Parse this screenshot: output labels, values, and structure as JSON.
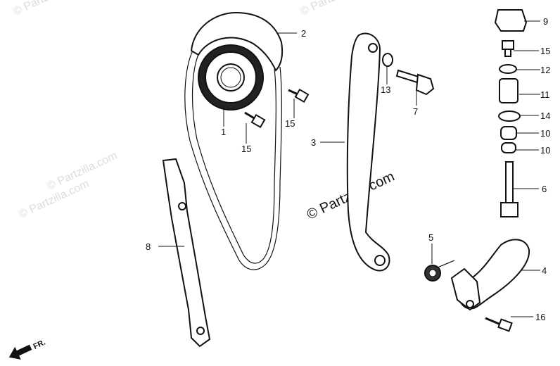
{
  "watermarks": {
    "main": "© Partzilla.com",
    "faint": [
      "© Partzilla.com",
      "© Partzilla.com",
      "© Partzilla.com",
      "© Partzilla.com"
    ]
  },
  "direction_arrow": "FR.",
  "callouts": {
    "sprocket": "1",
    "cam_chain": "2",
    "chain_guide": "3",
    "tensioner_arm": "4",
    "spring": "5",
    "tensioner_rod": "6",
    "pivot_bolt": "7",
    "tensioner_slipper": "8",
    "cap": "9",
    "collar_upper": "10",
    "collar_lower": "10",
    "sealing_bolt": "11",
    "washer_12": "12",
    "washer_13": "13",
    "o_ring": "14",
    "bolt_15_top": "15",
    "bolt_15_left": "15",
    "bolt_15_right": "15",
    "bolt_16": "16"
  }
}
